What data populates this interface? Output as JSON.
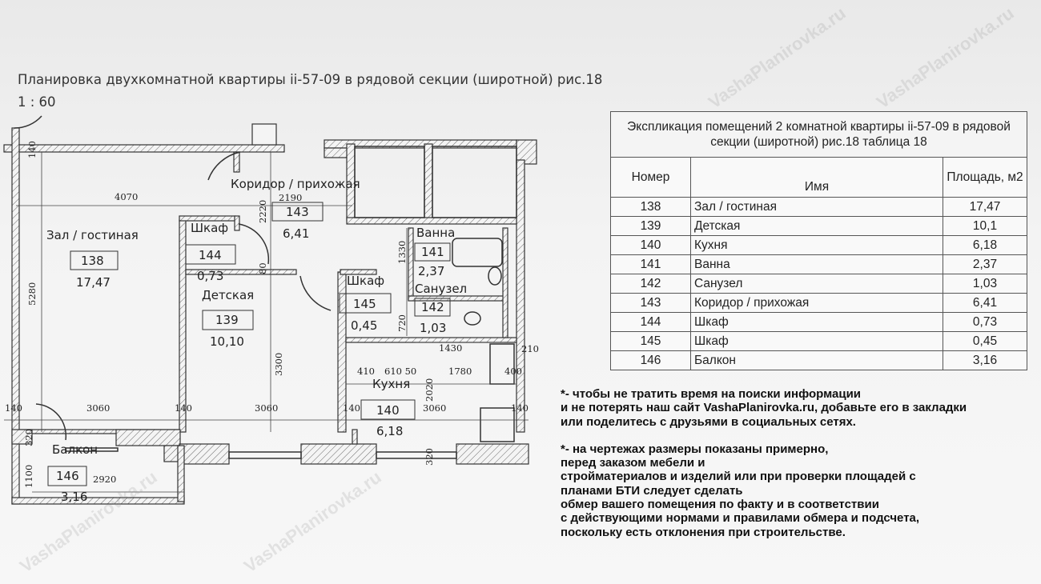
{
  "header": {
    "title": "Планировка двухкомнатной квартиры ii-57-09 в рядовой секции (широтной) рис.18",
    "scale": "1 : 60"
  },
  "watermark": "VashaPlanirovka.ru",
  "plan": {
    "rooms": [
      {
        "name": "Зал / гостиная",
        "number": "138",
        "area": "17,47"
      },
      {
        "name": "Детская",
        "number": "139",
        "area": "10,10"
      },
      {
        "name": "Кухня",
        "number": "140",
        "area": "6,18"
      },
      {
        "name": "Ванна",
        "number": "141",
        "area": "2,37"
      },
      {
        "name": "Санузел",
        "number": "142",
        "area": "1,03"
      },
      {
        "name": "Коридор / прихожая",
        "number": "143",
        "area": "6,41"
      },
      {
        "name": "Шкаф",
        "number": "144",
        "area": "0,73"
      },
      {
        "name": "Шкаф",
        "number": "145",
        "area": "0,45"
      },
      {
        "name": "Балкон",
        "number": "146",
        "area": "3,16"
      }
    ],
    "dimensions": {
      "d140_top": "140",
      "d4070": "4070",
      "d2190": "2190",
      "d2220": "2220",
      "d5280": "5280",
      "d80": "80",
      "d3300": "3300",
      "d1330": "1330",
      "d720": "720",
      "d1430": "1430",
      "d410": "410",
      "d610_50": "610 50",
      "d1780": "1780",
      "d2020": "2020",
      "d210": "210",
      "d400": "400",
      "d140_a": "140",
      "d3060_a": "3060",
      "d140_b": "140",
      "d3060_b": "3060",
      "d140_c": "140",
      "d3060_c": "3060",
      "d140_d": "140",
      "d320_a": "320",
      "d320_b": "320",
      "d1100": "1100",
      "d2920": "2920"
    }
  },
  "explication": {
    "caption": "Экспликация помещений 2 комнатной квартиры ii-57-09 в рядовой секции (широтной) рис.18 таблица 18",
    "columns": [
      "Номер",
      "Имя",
      "Площадь, м2"
    ],
    "rows": [
      [
        "138",
        "Зал / гостиная",
        "17,47"
      ],
      [
        "139",
        "Детская",
        "10,1"
      ],
      [
        "140",
        "Кухня",
        "6,18"
      ],
      [
        "141",
        "Ванна",
        "2,37"
      ],
      [
        "142",
        "Санузел",
        "1,03"
      ],
      [
        "143",
        "Коридор / прихожая",
        "6,41"
      ],
      [
        "144",
        "Шкаф",
        "0,73"
      ],
      [
        "145",
        "Шкаф",
        "0,45"
      ],
      [
        "146",
        "Балкон",
        "3,16"
      ]
    ]
  },
  "notes": [
    "*- чтобы не тратить время на поиски информации\n и не потерять наш сайт VashaPlanirovka.ru, добавьте его в закладки\nили поделитесь с друзьями в социальных сетях.",
    "*- на чертежах размеры показаны примерно,\nперед заказом мебели и\nстройматериалов и изделий или при проверки площадей с\nпланами БТИ следует сделать\nобмер вашего помещения по факту и в соответствии\nс действующими нормами и правилами обмера и подсчета,\nпоскольку есть отклонения при строительстве."
  ]
}
